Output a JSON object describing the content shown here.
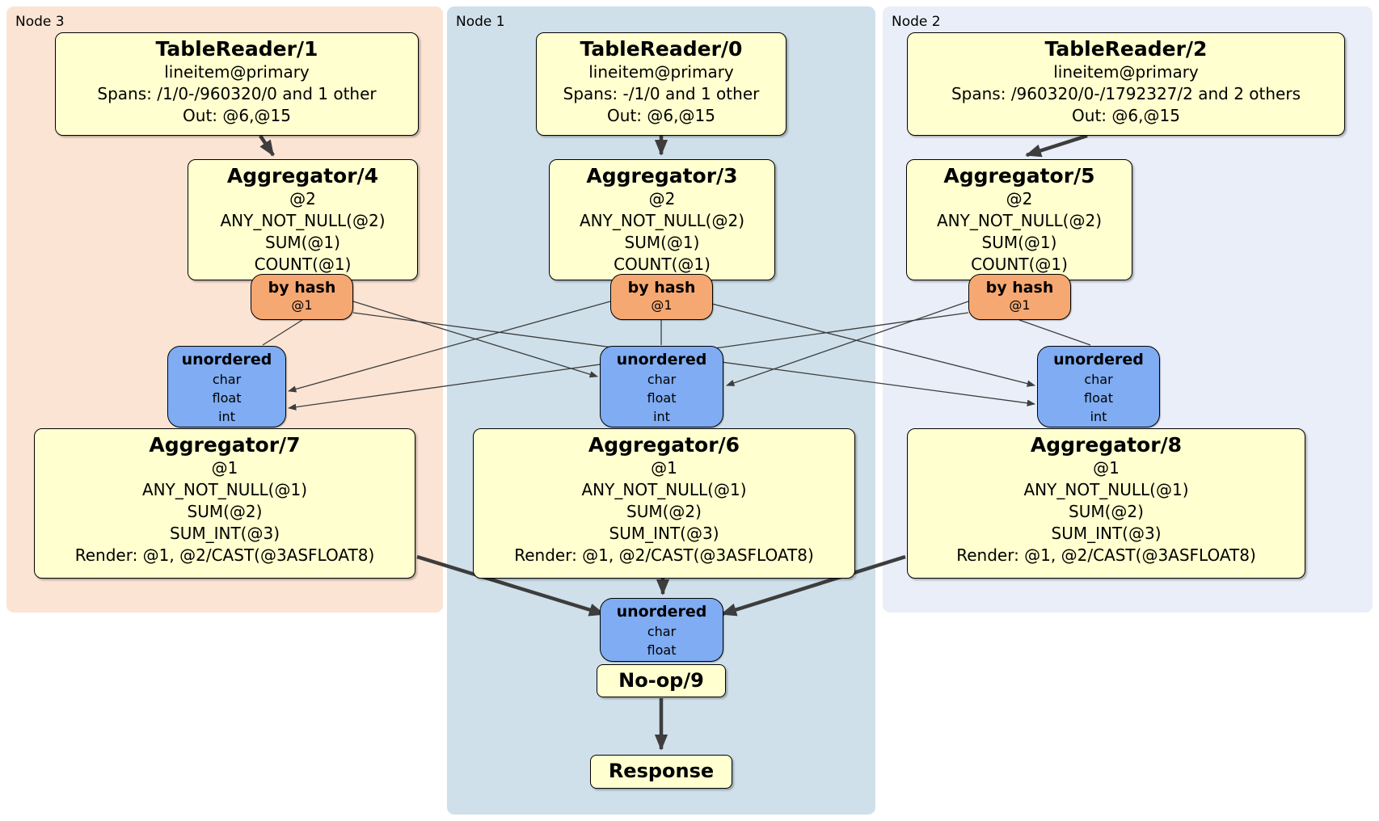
{
  "plan": {
    "bands": [
      {
        "label": "Node 3"
      },
      {
        "label": "Node 1"
      },
      {
        "label": "Node 2"
      }
    ],
    "processors": {
      "tr1": {
        "title": "TableReader/1",
        "lines": [
          "lineitem@primary",
          "Spans: /1/0-/960320/0 and 1 other",
          "Out: @6,@15"
        ]
      },
      "tr0": {
        "title": "TableReader/0",
        "lines": [
          "lineitem@primary",
          "Spans: -/1/0 and 1 other",
          "Out: @6,@15"
        ]
      },
      "tr2": {
        "title": "TableReader/2",
        "lines": [
          "lineitem@primary",
          "Spans: /960320/0-/1792327/2 and 2 others",
          "Out: @6,@15"
        ]
      },
      "agg4": {
        "title": "Aggregator/4",
        "lines": [
          "@2",
          "ANY_NOT_NULL(@2)",
          "SUM(@1)",
          "COUNT(@1)"
        ]
      },
      "agg3": {
        "title": "Aggregator/3",
        "lines": [
          "@2",
          "ANY_NOT_NULL(@2)",
          "SUM(@1)",
          "COUNT(@1)"
        ]
      },
      "agg5": {
        "title": "Aggregator/5",
        "lines": [
          "@2",
          "ANY_NOT_NULL(@2)",
          "SUM(@1)",
          "COUNT(@1)"
        ]
      },
      "agg7": {
        "title": "Aggregator/7",
        "lines": [
          "@1",
          "ANY_NOT_NULL(@1)",
          "SUM(@2)",
          "SUM_INT(@3)",
          "Render: @1, @2/CAST(@3ASFLOAT8)"
        ]
      },
      "agg6": {
        "title": "Aggregator/6",
        "lines": [
          "@1",
          "ANY_NOT_NULL(@1)",
          "SUM(@2)",
          "SUM_INT(@3)",
          "Render: @1, @2/CAST(@3ASFLOAT8)"
        ]
      },
      "agg8": {
        "title": "Aggregator/8",
        "lines": [
          "@1",
          "ANY_NOT_NULL(@1)",
          "SUM(@2)",
          "SUM_INT(@3)",
          "Render: @1, @2/CAST(@3ASFLOAT8)"
        ]
      },
      "noop9": {
        "title": "No-op/9"
      },
      "response": {
        "title": "Response"
      }
    },
    "routers": {
      "r3": {
        "label": "by hash",
        "detail": "@1"
      },
      "r1": {
        "label": "by hash",
        "detail": "@1"
      },
      "r2": {
        "label": "by hash",
        "detail": "@1"
      }
    },
    "syncs": {
      "s3": {
        "label": "unordered",
        "types": [
          "char",
          "float",
          "int"
        ]
      },
      "s1": {
        "label": "unordered",
        "types": [
          "char",
          "float",
          "int"
        ]
      },
      "s2": {
        "label": "unordered",
        "types": [
          "char",
          "float",
          "int"
        ]
      },
      "sfinal": {
        "label": "unordered",
        "types": [
          "char",
          "float"
        ]
      }
    },
    "colors": {
      "processor_fill": "#FFFFCF",
      "router_fill": "#F6A872",
      "sync_fill": "#7FACF2",
      "band_node3": "#FBE4D4",
      "band_node1": "#CFE0EA",
      "band_node2": "#E9EEF8",
      "edge": "#3D3D3D"
    }
  }
}
